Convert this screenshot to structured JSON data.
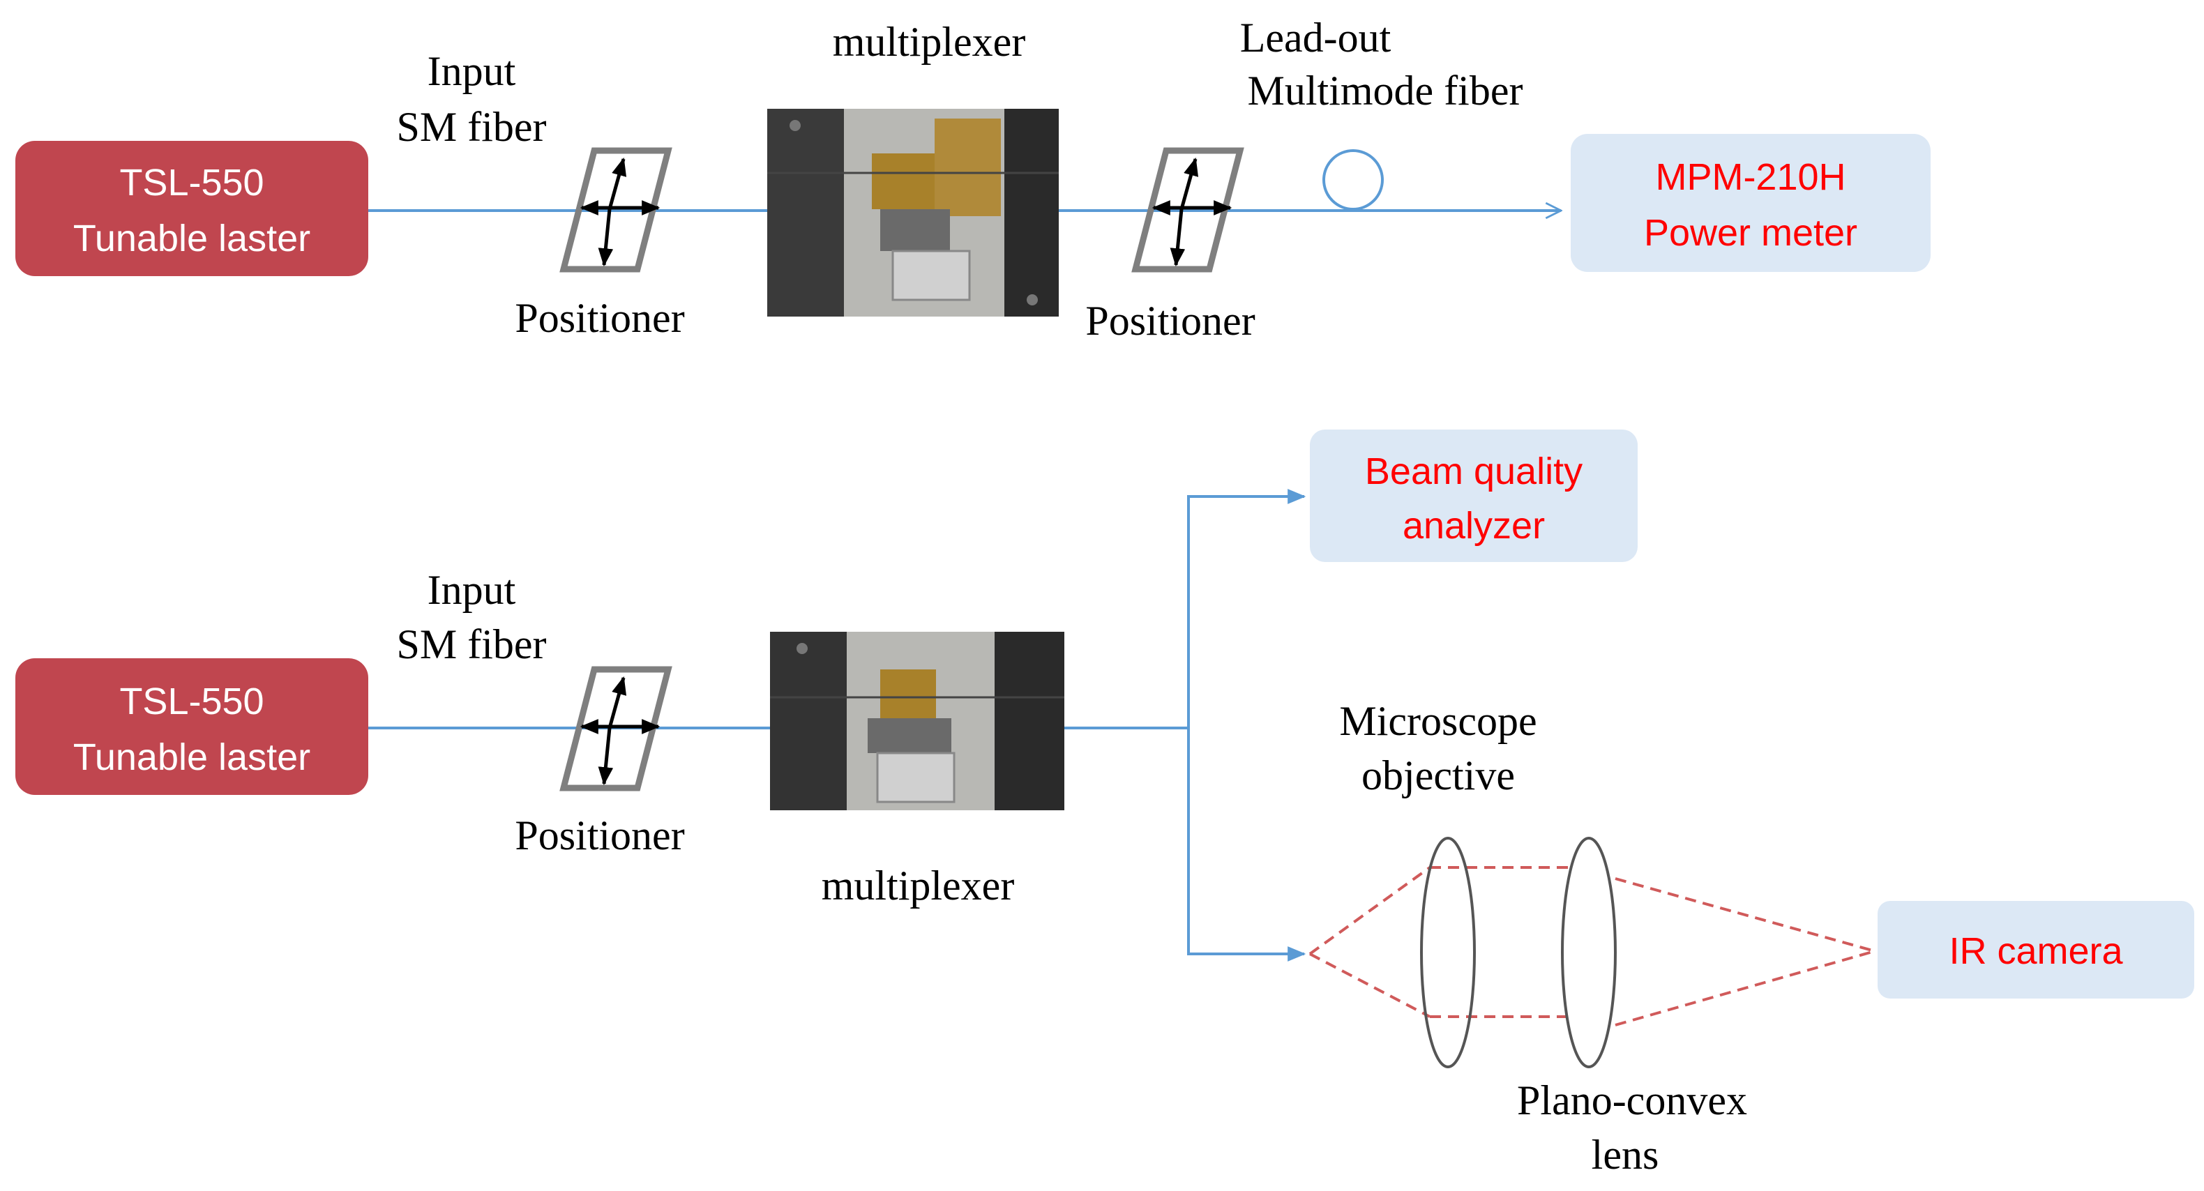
{
  "colors": {
    "laser_fill": "#c0464f",
    "box_fill": "#dce8f5",
    "beam": "#5b9bd5",
    "red_text": "#ff0000",
    "dashed_beam": "#d05a5a"
  },
  "top": {
    "laser": {
      "line1": "TSL-550",
      "line2": "Tunable laster"
    },
    "input_fiber": {
      "line1": "Input",
      "line2": "SM fiber"
    },
    "positioner1": "Positioner",
    "multiplexer": "multiplexer",
    "positioner2": "Positioner",
    "leadout": {
      "line1": "Lead-out",
      "line2": "Multimode fiber"
    },
    "power_meter": {
      "line1": "MPM-210H",
      "line2": "Power meter"
    }
  },
  "bottom": {
    "laser": {
      "line1": "TSL-550",
      "line2": "Tunable laster"
    },
    "input_fiber": {
      "line1": "Input",
      "line2": "SM fiber"
    },
    "positioner": "Positioner",
    "multiplexer": "multiplexer",
    "beam_analyzer": {
      "line1": "Beam quality",
      "line2": "analyzer"
    },
    "microscope": {
      "line1": "Microscope",
      "line2": "objective"
    },
    "ir_camera": "IR camera",
    "plano_convex": {
      "line1": "Plano-convex",
      "line2": "lens"
    }
  }
}
